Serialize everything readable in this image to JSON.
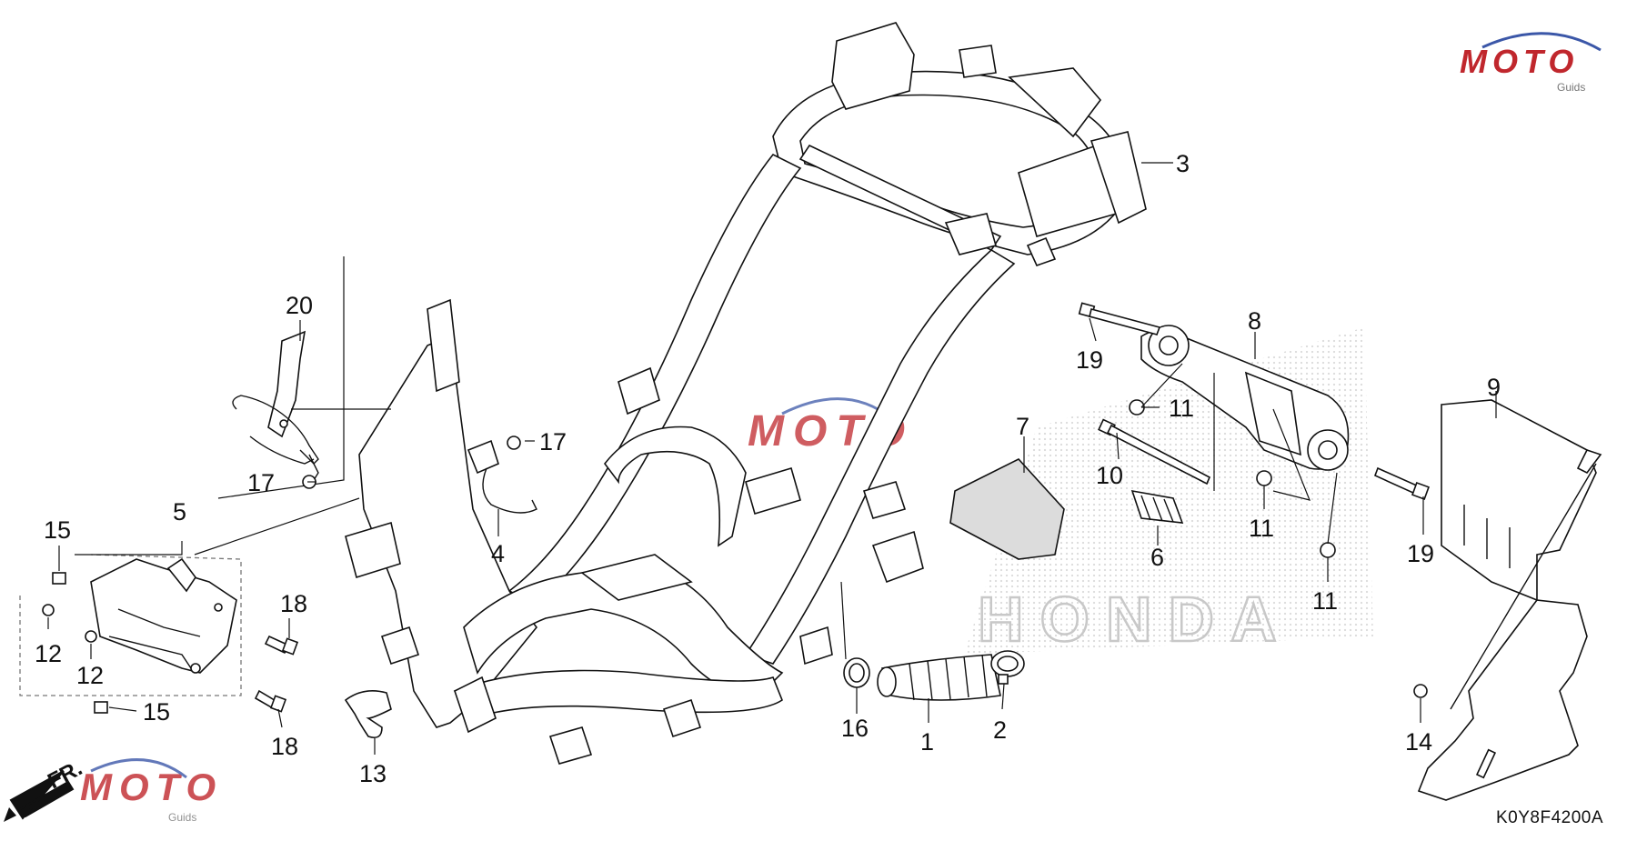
{
  "callouts": [
    "1",
    "2",
    "3",
    "4",
    "5",
    "6",
    "7",
    "8",
    "9",
    "10",
    "11",
    "12",
    "13",
    "14",
    "15",
    "16",
    "17",
    "18",
    "19",
    "20"
  ],
  "diagram_code": "K0Y8F4200A",
  "watermark": {
    "brand": "MOTO",
    "sub": "Guids",
    "accent": "#c0272d",
    "blue": "#3b57a8"
  },
  "background_logo": {
    "text": "HONDA"
  },
  "direction": {
    "text": "FR."
  }
}
